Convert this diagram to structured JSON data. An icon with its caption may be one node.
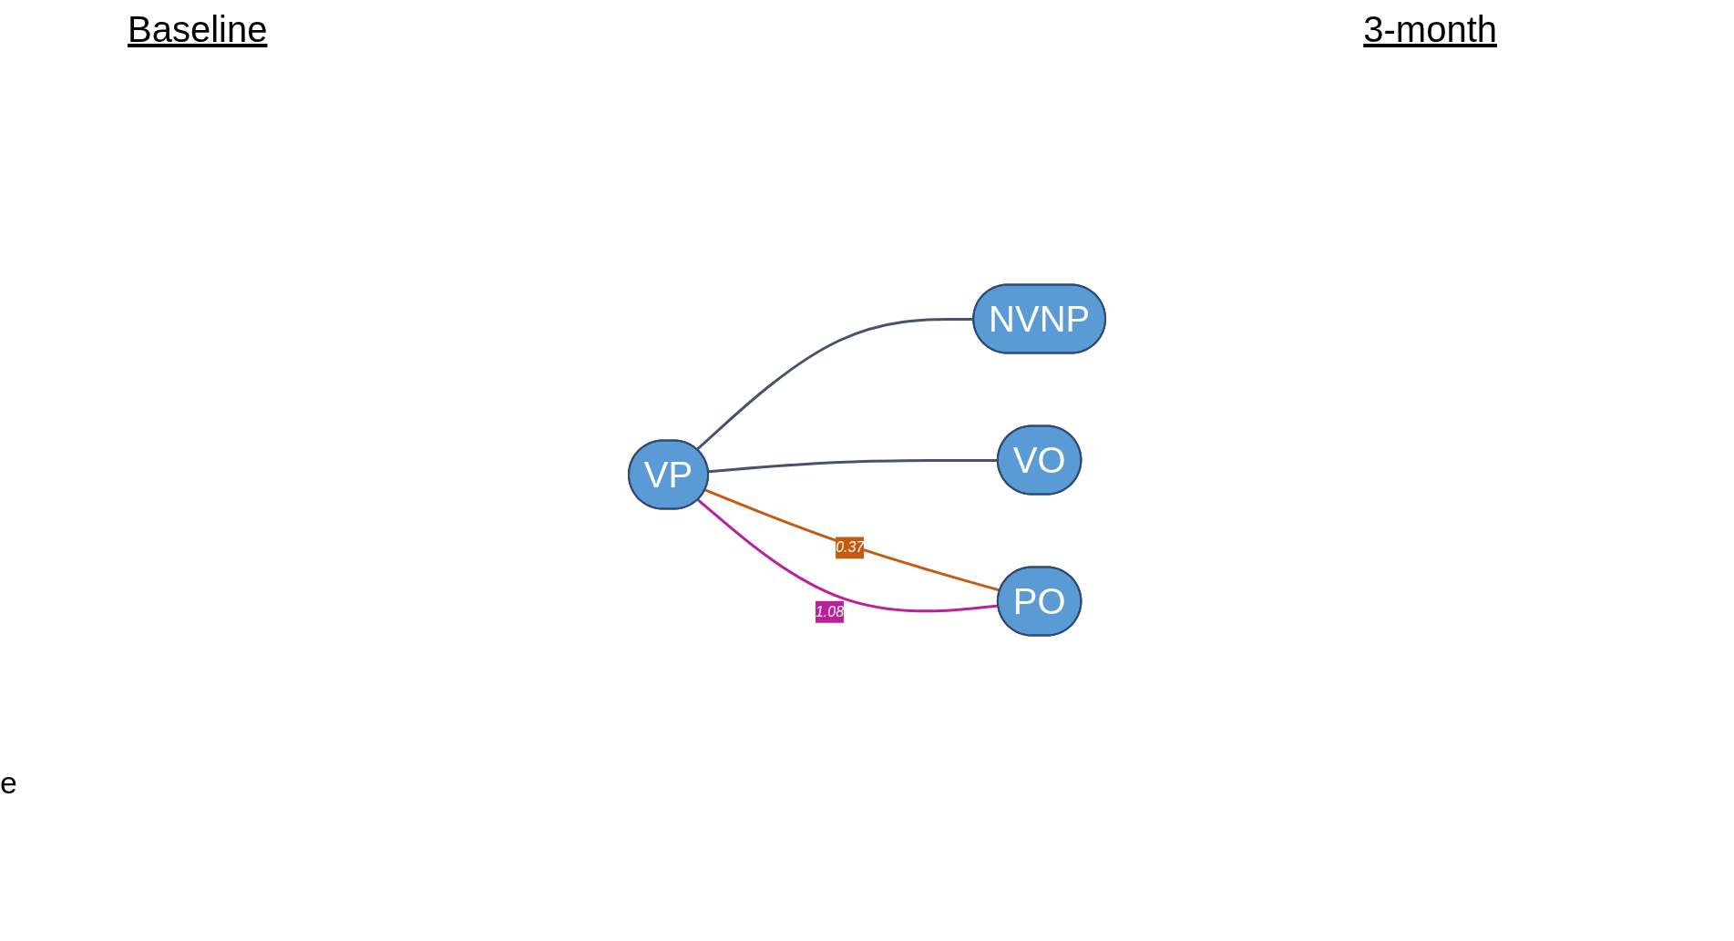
{
  "diagram": {
    "nodes": [
      {
        "text": [
          "NVNP"
        ]
      },
      {
        "text": [
          "VP"
        ]
      },
      {
        "text": [
          "VO"
        ]
      },
      {
        "text": [
          "PO"
        ]
      }
    ],
    "edges": [
      {
        "from": 1,
        "to": 0,
        "arrow": "none"
      },
      {
        "from": 1,
        "to": 2,
        "arrow": "none"
      },
      {
        "from": 1,
        "to": 3,
        "arrow": "none",
        "label": "0.37",
        "color": "#c55a11"
      },
      {
        "from": 1,
        "to": 3,
        "arrow": "none",
        "label": "1.08",
        "color": "#bc1f9b"
      }
    ],
    "labels": [
      "Baseline",
      "3-month",
      "e"
    ]
  }
}
